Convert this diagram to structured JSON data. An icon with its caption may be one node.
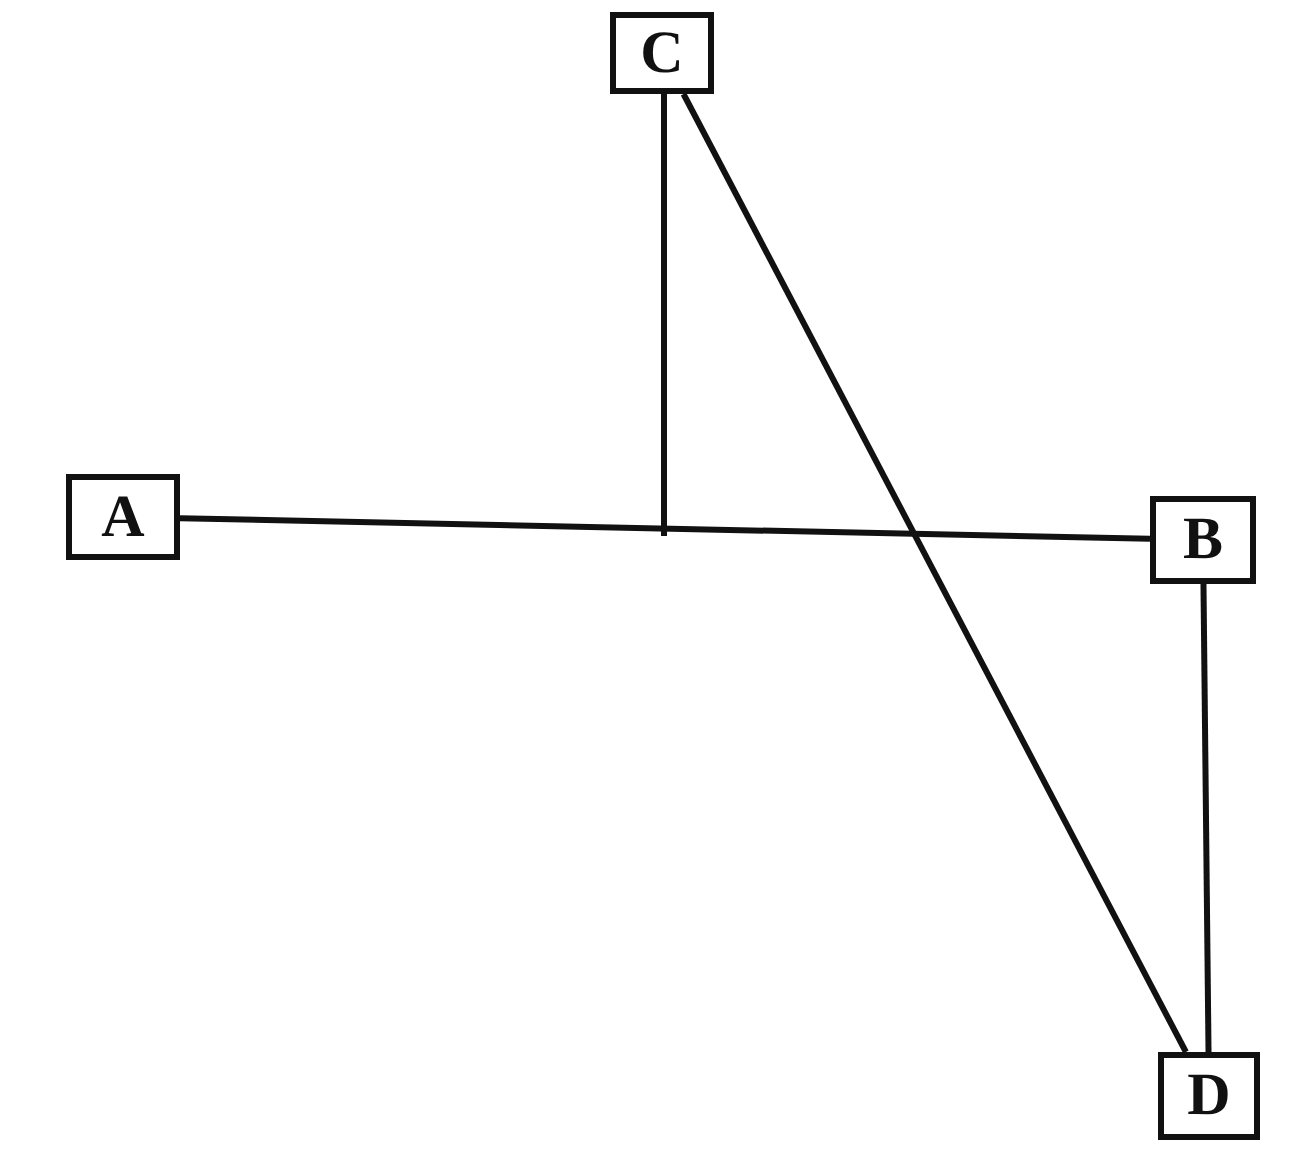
{
  "diagram": {
    "nodes": [
      {
        "text": [
          "A"
        ]
      },
      {
        "text": [
          "B"
        ]
      },
      {
        "text": [
          "C"
        ]
      },
      {
        "text": [
          "D"
        ]
      }
    ],
    "edges": [
      {
        "from": 0,
        "to": 1,
        "arrow": "none"
      },
      {
        "from": 2,
        "to": null,
        "arrow": "none"
      },
      {
        "from": 2,
        "to": 3,
        "arrow": "none"
      },
      {
        "from": 1,
        "to": 3,
        "arrow": "none"
      }
    ]
  }
}
